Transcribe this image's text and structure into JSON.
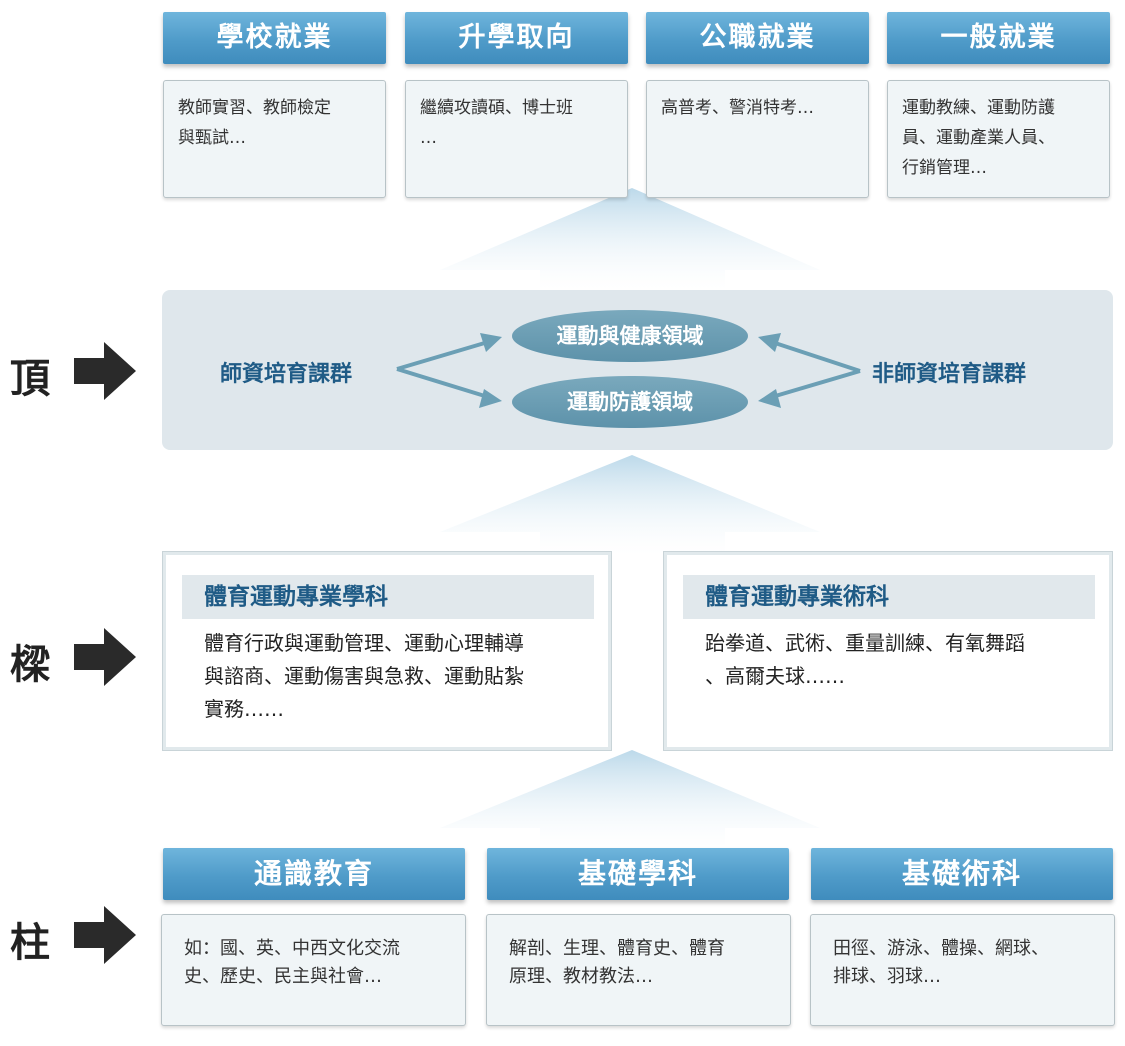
{
  "careers": [
    {
      "title": "學校就業",
      "text": "教師實習、教師檢定\n與甄試…"
    },
    {
      "title": "升學取向",
      "text": "繼續攻讀碩、博士班\n…"
    },
    {
      "title": "公職就業",
      "text": "高普考、警消特考…"
    },
    {
      "title": "一般就業",
      "text": "運動教練、運動防護\n員、運動產業人員、\n行銷管理…"
    }
  ],
  "levels": {
    "top": "頂",
    "beam": "樑",
    "pillar": "柱"
  },
  "top": {
    "left_group": "師資培育課群",
    "right_group": "非師資培育課群",
    "ovals": [
      "運動與健康領域",
      "運動防護領域"
    ]
  },
  "middle": [
    {
      "title": "體育運動專業學科",
      "text": "體育行政與運動管理、運動心理輔導\n與諮商、運動傷害與急救、運動貼紮\n實務……"
    },
    {
      "title": "體育運動專業術科",
      "text": "跆拳道、武術、重量訓練、有氧舞蹈\n、高爾夫球……"
    }
  ],
  "base": [
    {
      "title": "通識教育",
      "text": "如：國、英、中西文化交流\n史、歷史、民主與社會…"
    },
    {
      "title": "基礎學科",
      "text": "解剖、生理、體育史、體育\n原理、教材教法…"
    },
    {
      "title": "基礎術科",
      "text": "田徑、游泳、體操、網球、\n排球、羽球…"
    }
  ],
  "colors": {
    "header": "#4f9bc9",
    "panel": "#dfe7ec",
    "label": "#1f5b86",
    "oval": "#6b9fb5"
  }
}
